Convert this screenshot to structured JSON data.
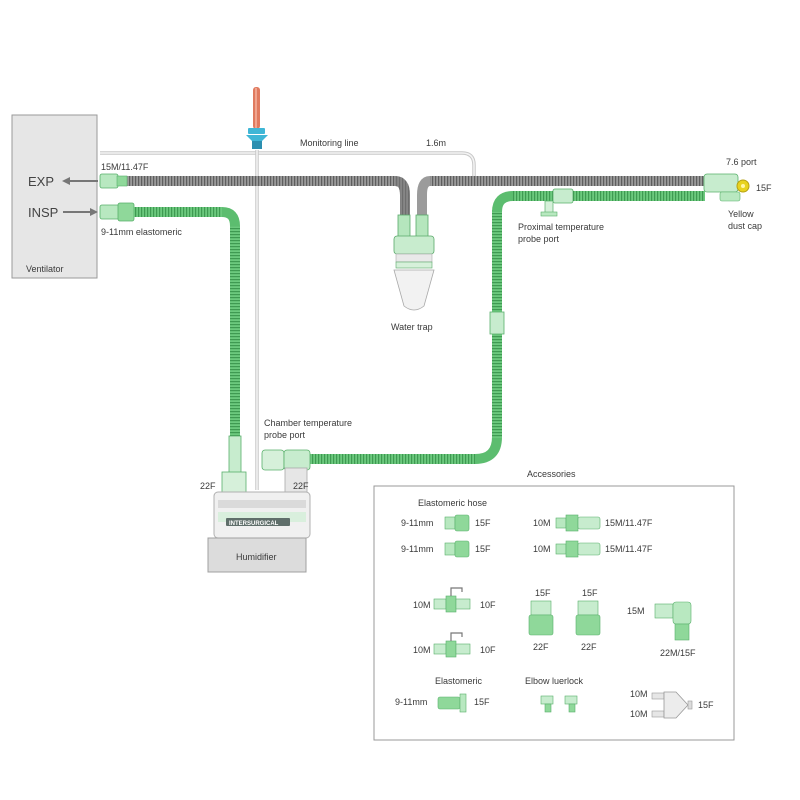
{
  "labels": {
    "monitoring_line": "Monitoring line",
    "line_length": "1.6m",
    "port_7_6": "7.6 port",
    "port_15f": "15F",
    "port_15m_exp": "15M/11.47F",
    "exp": "EXP",
    "insp": "INSP",
    "elastomeric_9_11": "9-11mm elastomeric",
    "ventilator": "Ventilator",
    "yellow_dust_cap_1": "Yellow",
    "yellow_dust_cap_2": "dust cap",
    "proximal_probe_1": "Proximal temperature",
    "proximal_probe_2": "probe port",
    "water_trap": "Water trap",
    "chamber_probe_1": "Chamber temperature",
    "chamber_probe_2": "probe port",
    "humid_22f_left": "22F",
    "humid_22f_right": "22F",
    "humidifier": "Humidifier",
    "humidifier_brand": "INTERSURGICAL"
  },
  "accessories": {
    "title": "Accessories",
    "elastomeric_hose_title": "Elastomeric hose",
    "hose1_left": "9-11mm",
    "hose1_right": "15F",
    "hose2_left": "9-11mm",
    "hose2_right": "15F",
    "adapter1_left": "10M",
    "adapter1_right": "15M/11.47F",
    "adapter2_left": "10M",
    "adapter2_right": "15M/11.47F",
    "tport1_left": "10M",
    "tport1_right": "10F",
    "tport2_left": "10M",
    "tport2_right": "10F",
    "conn1_top": "15F",
    "conn1_bottom": "22F",
    "conn2_top": "15F",
    "conn2_bottom": "22F",
    "elbow_top": "15M",
    "elbow_bottom": "22M/15F",
    "elastomeric_title": "Elastomeric",
    "elast_left": "9-11mm",
    "elast_right": "15F",
    "elbow_luerlock_title": "Elbow luerlock",
    "y_top": "10M",
    "y_bottom": "10M",
    "y_right": "15F"
  },
  "colors": {
    "green_tube": "#66c77a",
    "grey_tube": "#8a8a8a",
    "connector_green": "#8fd89a",
    "probe_red": "#e07a5f",
    "filter_blue": "#3fb6d6",
    "dust_cap_yellow": "#e8d31f",
    "box_border": "#999999"
  }
}
